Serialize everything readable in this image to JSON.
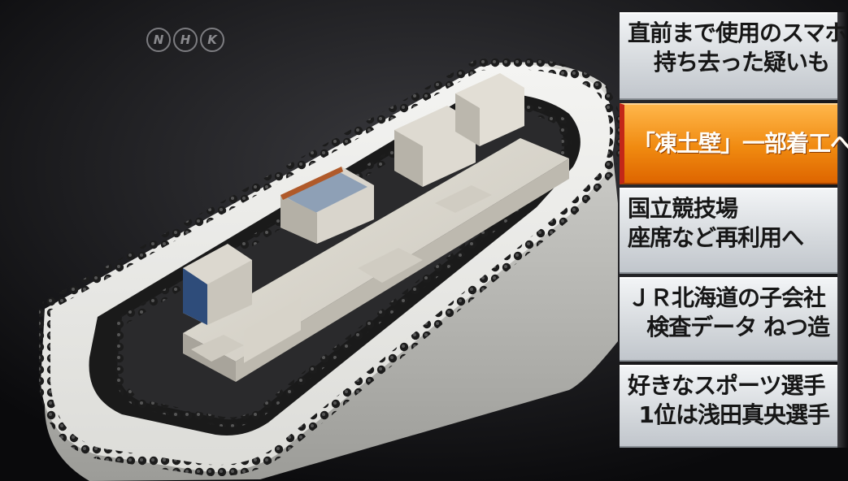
{
  "broadcaster": {
    "logo_letters": [
      "N",
      "H",
      "K"
    ]
  },
  "headlines": [
    {
      "lines": [
        "直前まで使用のスマホ",
        "持ち去った疑いも"
      ],
      "active": false
    },
    {
      "lines": [
        "「凍土壁」一部着工へ"
      ],
      "active": true
    },
    {
      "lines": [
        "国立競技場",
        "座席など再利用へ"
      ],
      "active": false
    },
    {
      "lines": [
        "ＪＲ北海道の子会社",
        "検査データ ねつ造"
      ],
      "active": false
    },
    {
      "lines": [
        "好きなスポーツ選手",
        "1位は浅田真央選手"
      ],
      "active": false
    }
  ],
  "colors": {
    "active_headline": "#f08a10",
    "active_marker": "#c32718",
    "headline_bg": "#d4d8dc",
    "background": "#0d0d0f"
  }
}
